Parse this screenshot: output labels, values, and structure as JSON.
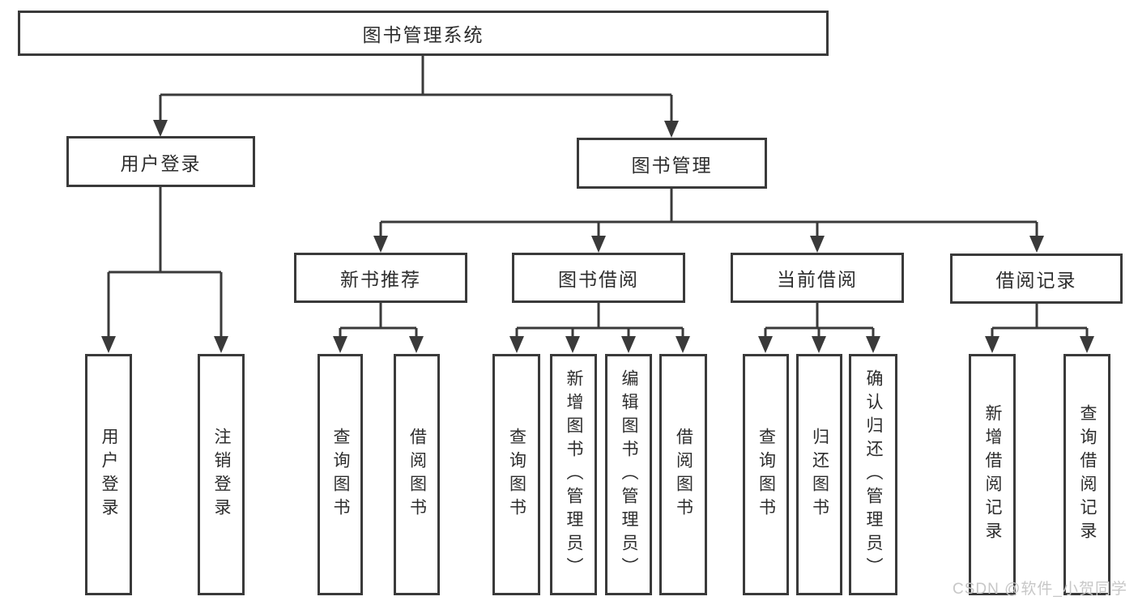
{
  "colors": {
    "line": "#3a3a3a",
    "box_border": "#3a3a3a",
    "text": "#2d2d2d",
    "watermark": "#c7c7c7",
    "background": "#ffffff"
  },
  "diagram": {
    "title": "图书管理系统",
    "branches": [
      {
        "label": "用户登录",
        "children": [
          {
            "label": "用户登录"
          },
          {
            "label": "注销登录"
          }
        ]
      },
      {
        "label": "图书管理",
        "children": [
          {
            "label": "新书推荐",
            "children": [
              {
                "label": "查询图书"
              },
              {
                "label": "借阅图书"
              }
            ]
          },
          {
            "label": "图书借阅",
            "children": [
              {
                "label": "查询图书"
              },
              {
                "label": "新增图书（管理员）"
              },
              {
                "label": "编辑图书（管理员）"
              },
              {
                "label": "借阅图书"
              }
            ]
          },
          {
            "label": "当前借阅",
            "children": [
              {
                "label": "查询图书"
              },
              {
                "label": "归还图书"
              },
              {
                "label": "确认归还（管理员）"
              }
            ]
          },
          {
            "label": "借阅记录",
            "children": [
              {
                "label": "新增借阅记录"
              },
              {
                "label": "查询借阅记录"
              }
            ]
          }
        ]
      }
    ]
  },
  "watermark": {
    "text": "CSDN @软件_小贺同学"
  }
}
